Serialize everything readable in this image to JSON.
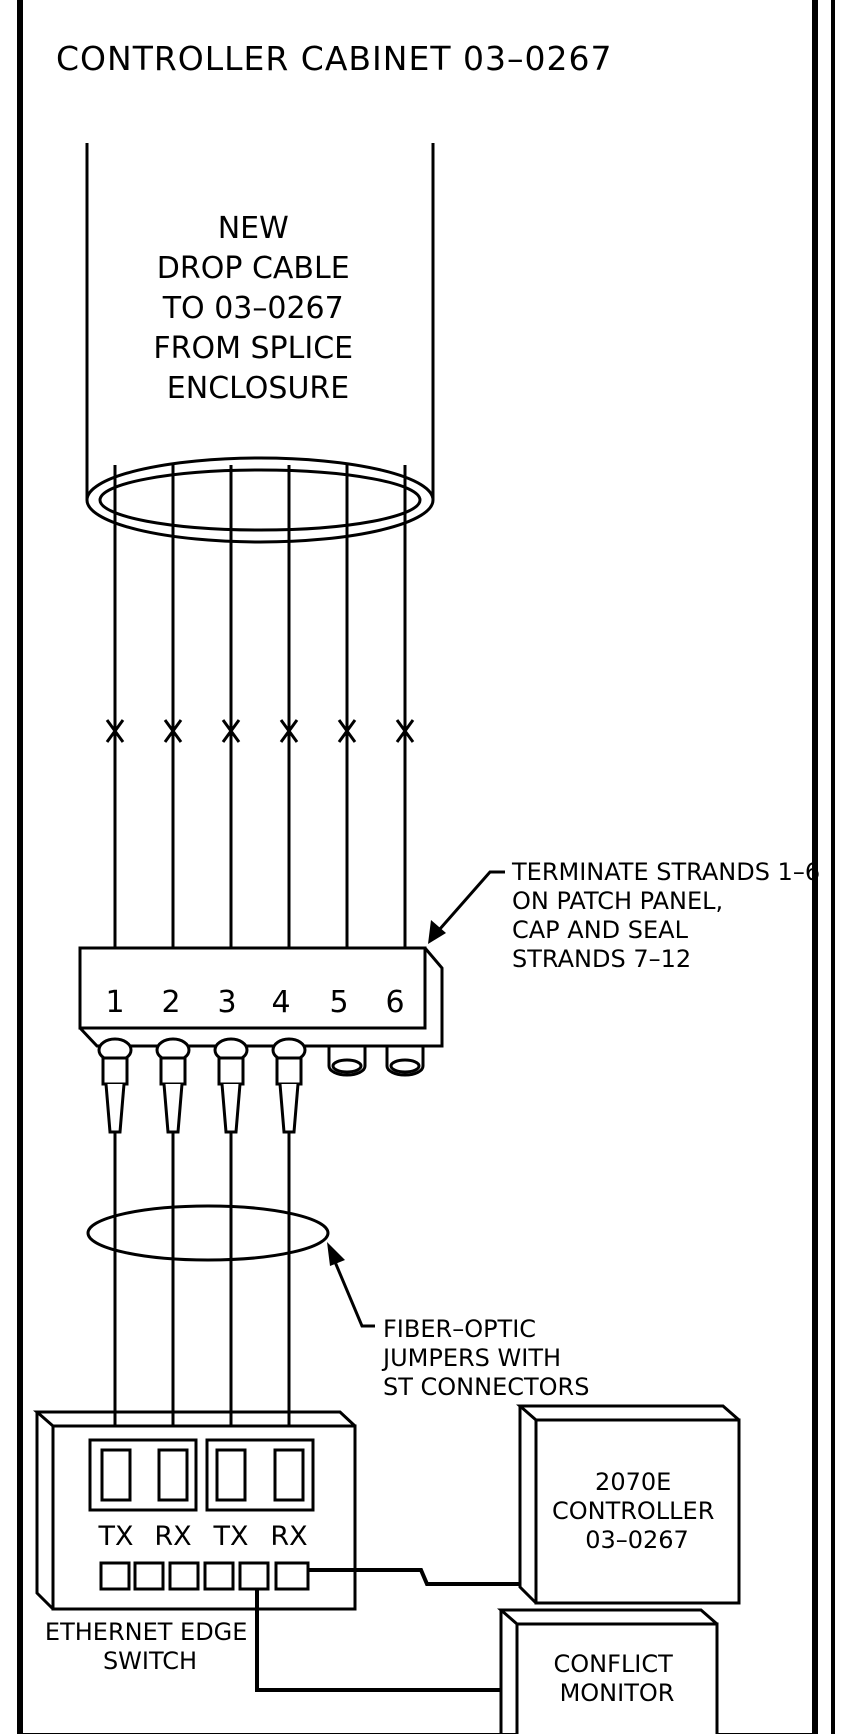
{
  "title": "CONTROLLER CABINET 03–0267",
  "drop_cable": {
    "lines": [
      "NEW",
      "DROP CABLE",
      "TO 03–0267",
      "FROM SPLICE",
      "ENCLOSURE"
    ]
  },
  "patch_panel": {
    "ports": [
      "1",
      "2",
      "3",
      "4",
      "5",
      "6"
    ],
    "note_lines": [
      "TERMINATE STRANDS 1–6",
      "ON PATCH PANEL,",
      "CAP AND SEAL",
      "STRANDS 7–12"
    ]
  },
  "jumpers": {
    "note_lines": [
      "FIBER–OPTIC",
      "JUMPERS WITH",
      "ST CONNECTORS"
    ]
  },
  "switch": {
    "port_labels": [
      "TX",
      "RX",
      "TX",
      "RX"
    ],
    "label_lines": [
      "ETHERNET EDGE",
      "SWITCH"
    ]
  },
  "controller": {
    "label_lines": [
      "2070E",
      "CONTROLLER",
      "03–0267"
    ]
  },
  "conflict_monitor": {
    "label_lines": [
      "CONFLICT",
      "MONITOR"
    ]
  }
}
